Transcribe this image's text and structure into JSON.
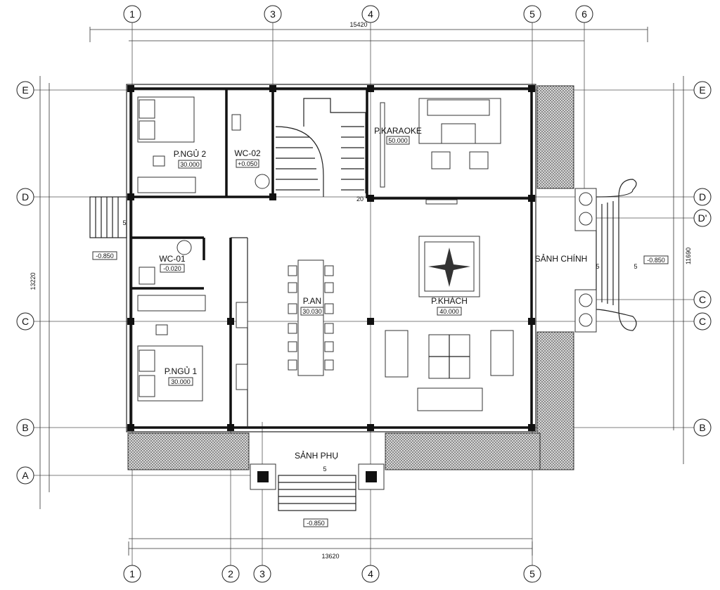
{
  "axes": {
    "top": [
      "1",
      "3",
      "4",
      "5",
      "6"
    ],
    "bottom": [
      "1",
      "2",
      "3",
      "4",
      "5"
    ],
    "left": [
      "E",
      "D",
      "C",
      "B",
      "A"
    ],
    "right": [
      "E",
      "D",
      "D'",
      "C",
      "C",
      "B"
    ]
  },
  "dimensions": {
    "top_overall": "15420",
    "bottom_overall": "13620",
    "left_overall": "13220",
    "right_overall": "11690",
    "steps_main": "5",
    "steps_side": "5",
    "steps_main_right": "5",
    "stair_count": "20",
    "stair_small": "5"
  },
  "rooms": {
    "bedroom2": {
      "name": "P.NGỦ 2",
      "level": "30.000"
    },
    "wc02": {
      "name": "WC-02",
      "level": "+0.050"
    },
    "karaoke": {
      "name": "P.KARAOKE",
      "level": "50.000"
    },
    "wc01": {
      "name": "WC-01",
      "level": "-0.020"
    },
    "dining": {
      "name": "P.AN",
      "level": "30.030"
    },
    "living": {
      "name": "P.KHÁCH",
      "level": "40.000"
    },
    "bedroom1": {
      "name": "P.NGỦ 1",
      "level": "30.000"
    },
    "main_hall": {
      "name": "SẢNH CHÍNH"
    },
    "side_hall": {
      "name": "SẢNH PHỤ"
    }
  },
  "levels": {
    "left_ext": "-0.850",
    "right_ext": "-0.850",
    "bottom_ext": "-0.850"
  }
}
